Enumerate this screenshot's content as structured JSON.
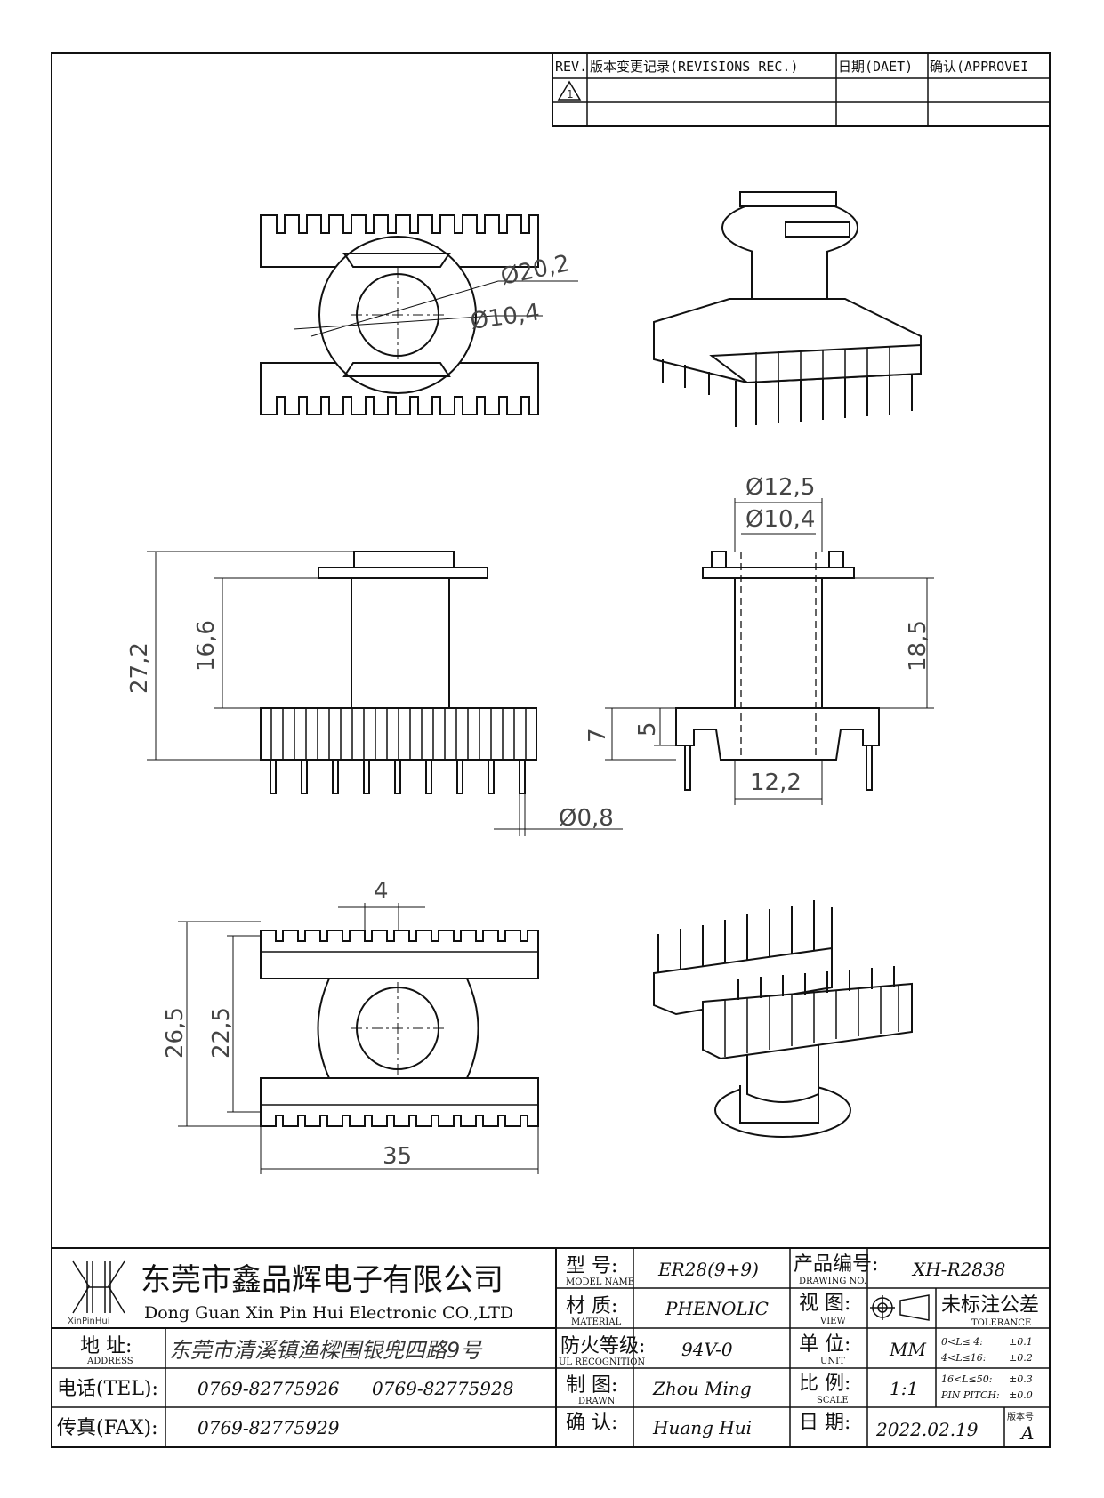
{
  "revisions": {
    "headers": [
      "REV.",
      "版本变更记录(REVISIONS REC.)",
      "日期(DAET)",
      "确认(APPROVEI"
    ],
    "rows": [
      [
        "1",
        "",
        "",
        ""
      ],
      [
        "",
        "",
        "",
        ""
      ]
    ]
  },
  "dimensions": {
    "top_outer_dia": "Ø20,2",
    "top_inner_dia": "Ø10,4",
    "side_height_total": "27,2",
    "side_height_winding": "16,6",
    "pin_dia": "Ø0,8",
    "right_flange_dia": "Ø12,5",
    "right_core_dia": "Ø10,4",
    "right_winding_h": "18,5",
    "right_base_h": "7",
    "right_base_inner_h": "5",
    "right_base_width": "12,2",
    "bottom_pitch": "4",
    "bottom_height_outer": "26,5",
    "bottom_height_inner": "22,5",
    "bottom_width": "35"
  },
  "company": {
    "name_cn": "东莞市鑫品辉电子有限公司",
    "name_en": "Dong Guan Xin Pin Hui Electronic CO.,LTD",
    "logo_text": "XinPinHui",
    "address_label_cn": "地  址:",
    "address_label_en": "ADDRESS",
    "address": "东莞市清溪镇渔樑围银兜四路9号",
    "tel_label": "电话(TEL):",
    "tel1": "0769-82775926",
    "tel2": "0769-82775928",
    "fax_label": "传真(FAX):",
    "fax": "0769-82775929"
  },
  "title_block": {
    "model_label_cn": "型  号:",
    "model_label_en": "MODEL NAME",
    "model": "ER28(9+9)",
    "material_label_cn": "材  质:",
    "material_label_en": "MATERIAL",
    "material": "PHENOLIC",
    "fire_label_cn": "防火等级:",
    "fire_label_en": "UL RECOGNITION",
    "fire": "94V-0",
    "drawn_label_cn": "制  图:",
    "drawn_label_en": "DRAWN",
    "drawn": "Zhou Ming",
    "check_label_cn": "确  认:",
    "check": "Huang Hui",
    "drawing_no_label_cn": "产品编号:",
    "drawing_no_label_en": "DRAWING NO.",
    "drawing_no": "XH-R2838",
    "view_label_cn": "视  图:",
    "view_label_en": "VIEW",
    "unit_label_cn": "单  位:",
    "unit_label_en": "UNIT",
    "unit": "MM",
    "scale_label_cn": "比  例:",
    "scale_label_en": "SCALE",
    "scale": "1:1",
    "date_label_cn": "日  期:",
    "date": "2022.02.19",
    "version_label": "版本号",
    "version": "A",
    "tolerance_title_cn": "未标注公差",
    "tolerance_title_en": "TOLERANCE",
    "tolerance": [
      [
        "0<L≤ 4:",
        "±0.1"
      ],
      [
        "4<L≤16:",
        "±0.2"
      ],
      [
        "16<L≤50:",
        "±0.3"
      ],
      [
        "PIN PITCH:",
        "±0.0"
      ]
    ]
  }
}
